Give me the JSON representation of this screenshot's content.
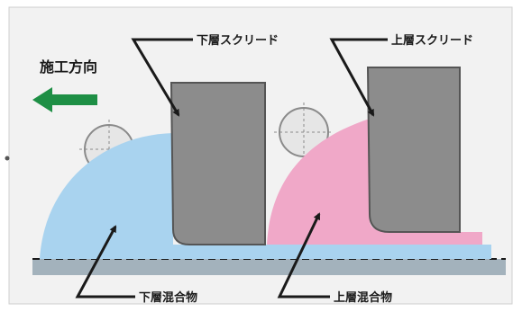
{
  "direction": {
    "label": "施工方向"
  },
  "callouts": {
    "lower_screed": "下層スクリード",
    "upper_screed": "上層スクリード",
    "lower_mix": "下層混合物",
    "upper_mix": "上層混合物"
  },
  "colors": {
    "background": "#f2f2f2",
    "lower_mix": "#a9d3ef",
    "upper_mix": "#f0a8c8",
    "screed": "#8c8c8c",
    "base": "#a3b2bc",
    "arrow": "#1e8f45",
    "roller": "#e6e6e6"
  }
}
